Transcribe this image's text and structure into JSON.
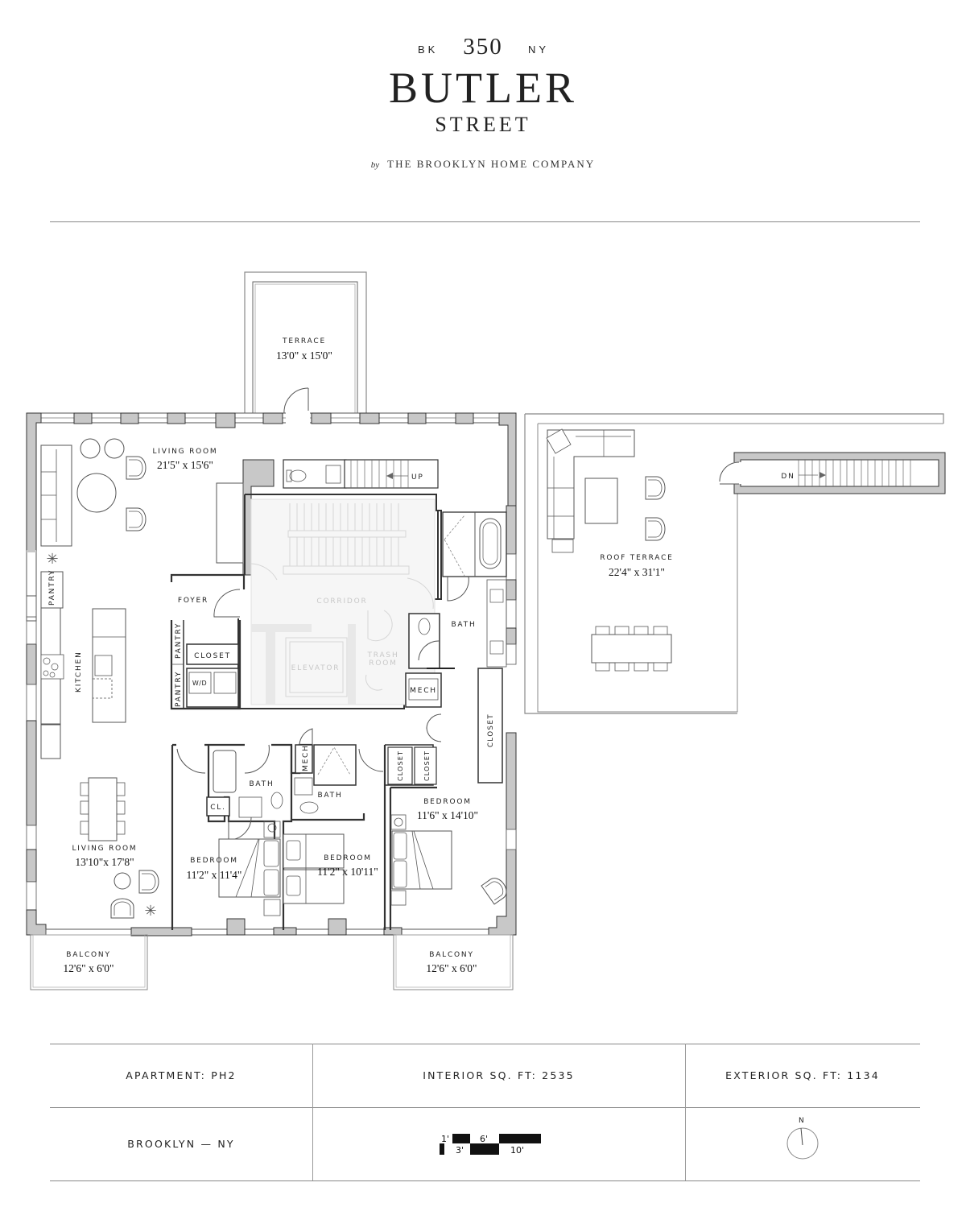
{
  "header": {
    "prefix_left": "BK",
    "number": "350",
    "prefix_right": "NY",
    "title": "BUTLER",
    "subtitle": "STREET",
    "by": "by",
    "company": "THE BROOKLYN HOME COMPANY"
  },
  "rooms": {
    "terrace": {
      "label": "TERRACE",
      "dims": "13'0\" x 15'0\""
    },
    "living_room_1": {
      "label": "LIVING ROOM",
      "dims": "21'5\" x 15'6\""
    },
    "living_room_2": {
      "label": "LIVING ROOM",
      "dims": "13'10\"x 17'8\""
    },
    "foyer": {
      "label": "FOYER"
    },
    "corridor": {
      "label": "CORRIDOR"
    },
    "elevator": {
      "label": "ELEVATOR"
    },
    "trash_room": {
      "label_line1": "TRASH",
      "label_line2": "ROOM"
    },
    "kitchen": {
      "label": "KITCHEN"
    },
    "pantry_1": {
      "label": "PANTRY"
    },
    "pantry_2": {
      "label": "PANTRY"
    },
    "pantry_3": {
      "label": "PANTRY"
    },
    "closet_foyer": {
      "label": "CLOSET"
    },
    "wd": {
      "label": "W/D"
    },
    "mech_1": {
      "label": "MECH"
    },
    "mech_2": {
      "label": "MECH"
    },
    "bath_master": {
      "label": "BATH"
    },
    "bath_2": {
      "label": "BATH"
    },
    "bath_3": {
      "label": "BATH"
    },
    "cl": {
      "label": "CL."
    },
    "closet_a": {
      "label": "CLOSET"
    },
    "closet_b": {
      "label": "CLOSET"
    },
    "closet_c": {
      "label": "CLOSET"
    },
    "bedroom_1": {
      "label": "BEDROOM",
      "dims": "11'2\" x 11'4\""
    },
    "bedroom_2": {
      "label": "BEDROOM",
      "dims": "11'2\" x 10'11\""
    },
    "bedroom_3": {
      "label": "BEDROOM",
      "dims": "11'6\" x 14'10\""
    },
    "balcony_1": {
      "label": "BALCONY",
      "dims": "12'6\" x 6'0\""
    },
    "balcony_2": {
      "label": "BALCONY",
      "dims": "12'6\" x 6'0\""
    },
    "roof_terrace": {
      "label": "ROOF TERRACE",
      "dims": "22'4\" x 31'1\""
    },
    "stair_up": {
      "label": "UP"
    },
    "stair_down": {
      "label": "DN"
    }
  },
  "info_table": {
    "apartment": "APARTMENT: PH2",
    "interior": "INTERIOR SQ. FT: 2535",
    "exterior": "EXTERIOR SQ. FT: 1134",
    "location": "BROOKLYN — NY",
    "scale_labels": [
      "1'",
      "3'",
      "6'",
      "10'"
    ],
    "north_label": "N"
  },
  "colors": {
    "wall_fill": "#c8c8c8",
    "wall_stroke": "#333333",
    "line": "#555555",
    "ghost": "#d0d0d0",
    "rule": "#888888"
  }
}
